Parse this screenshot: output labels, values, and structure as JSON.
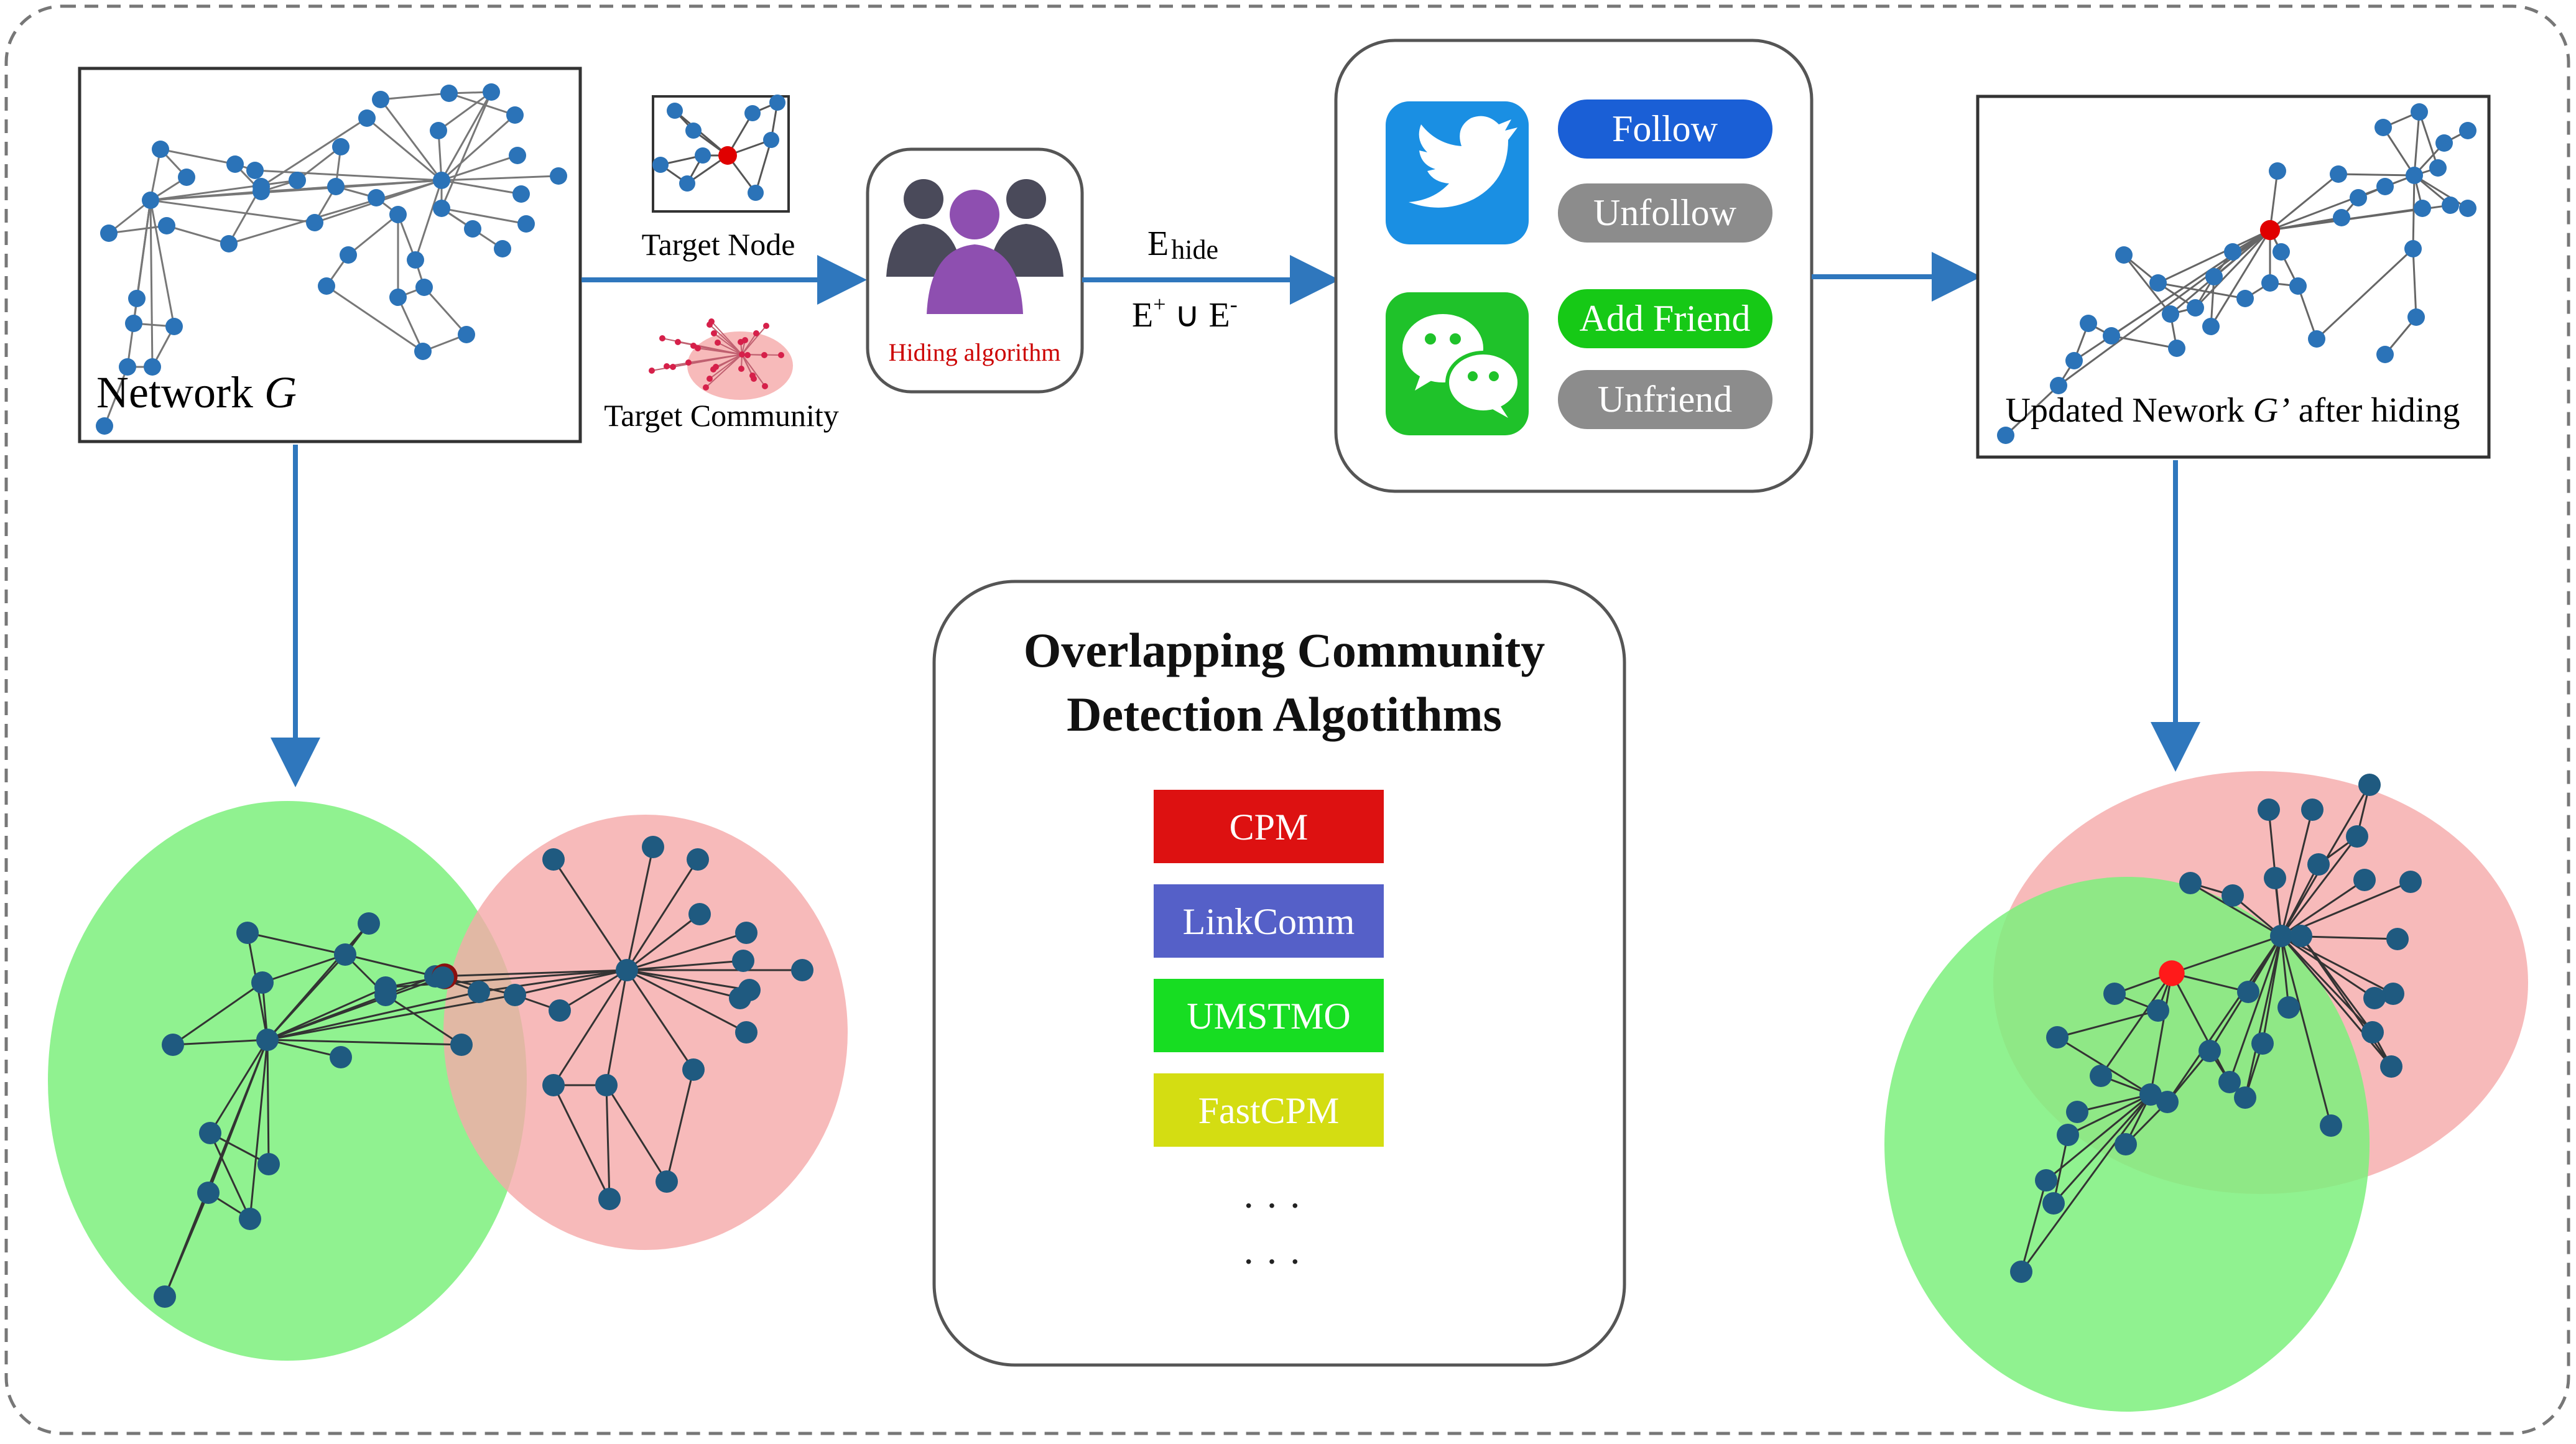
{
  "network_box": {
    "label": "Network ",
    "label_italic": "G"
  },
  "target_node": {
    "label": "Target Node"
  },
  "target_community": {
    "label": "Target Community"
  },
  "hiding": {
    "label": "Hiding algorithm",
    "icon": "users-group-icon"
  },
  "edges": {
    "e_label": "E",
    "e_sub": "hide",
    "formula": "E",
    "plus": "+",
    "union": " ∪ ",
    "minus_e": "E",
    "minus": "-"
  },
  "social": {
    "twitter_icon": "twitter-bird-icon",
    "wechat_icon": "wechat-bubbles-icon",
    "follow": "Follow",
    "unfollow": "Unfollow",
    "add_friend": "Add Friend",
    "unfriend": "Unfriend",
    "colors": {
      "twitter": "#1a8fe3",
      "wechat": "#1fc22a",
      "follow": "#1a5fd6",
      "add_friend": "#16c916",
      "grey": "#8c8c8c"
    }
  },
  "updated_box": {
    "label": "Updated Nework ",
    "label_italic": "G’",
    "label_tail": " after hiding"
  },
  "algorithms": {
    "title_line1": "Overlapping Community",
    "title_line2": "Detection Algotithms",
    "items": [
      {
        "name": "CPM",
        "color": "#dd1111"
      },
      {
        "name": "LinkComm",
        "color": "#5560c8"
      },
      {
        "name": "UMSTMO",
        "color": "#17dd22"
      },
      {
        "name": "FastCPM",
        "color": "#d4dd12"
      }
    ],
    "ellipsis1": "· · ·",
    "ellipsis2": "· · ·"
  },
  "colors": {
    "arrow": "#2f77bd",
    "node": "#2b73b8",
    "node_dark": "#1f5a80",
    "target_red": "#e00000",
    "community_green": "#7df07d",
    "community_red": "#f5a9a9"
  }
}
